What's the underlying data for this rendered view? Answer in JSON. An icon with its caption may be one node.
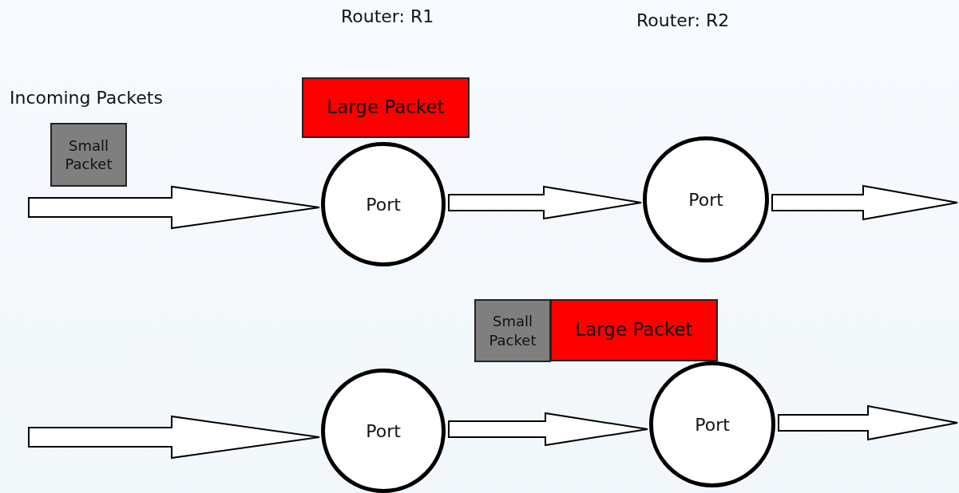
{
  "diagram": {
    "nodes": [
      {
        "text": [
          "Small Packet"
        ]
      },
      {
        "text": [
          "Large Packet"
        ]
      },
      {
        "text": [
          "Port"
        ]
      },
      {
        "text": [
          "Port"
        ]
      },
      {
        "text": [
          "Small Packet"
        ]
      },
      {
        "text": [
          "Large Packet"
        ]
      },
      {
        "text": [
          "Port"
        ]
      },
      {
        "text": [
          "Port"
        ]
      }
    ],
    "edges": [
      {
        "from": null,
        "to": 2,
        "arrow": "to"
      },
      {
        "from": 2,
        "to": 3,
        "arrow": "to"
      },
      {
        "from": 3,
        "to": null,
        "arrow": "to"
      },
      {
        "from": null,
        "to": 6,
        "arrow": "to"
      },
      {
        "from": 6,
        "to": 7,
        "arrow": "to"
      },
      {
        "from": 7,
        "to": null,
        "arrow": "to"
      }
    ],
    "labels": [
      "Router: R1",
      "Router: R2",
      "Incoming Packets"
    ]
  }
}
